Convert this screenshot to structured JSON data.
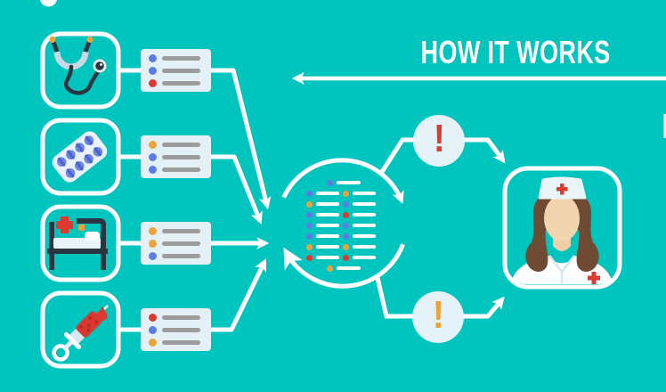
{
  "title": "HOW IT WORKS",
  "colors": {
    "background": "#00C5BE",
    "white": "#FFFFFF",
    "card_bg": "#E3F1F7",
    "gray_line": "#9C9C9C",
    "blue": "#5C7CE2",
    "orange": "#EAA43C",
    "red": "#DC3B31",
    "dark": "#2A3542"
  },
  "sources": [
    {
      "icon": "stethoscope-icon",
      "bullets": [
        "blue",
        "blue",
        "red"
      ]
    },
    {
      "icon": "pills-icon",
      "bullets": [
        "orange",
        "blue",
        "blue"
      ]
    },
    {
      "icon": "hospital-bed-icon",
      "bullets": [
        "orange",
        "orange",
        "blue"
      ]
    },
    {
      "icon": "syringe-icon",
      "bullets": [
        "red",
        "blue",
        "orange"
      ]
    }
  ],
  "process_circle": {
    "top_row": {
      "dot": "blue"
    },
    "pair_rows": [
      [
        "blue",
        "orange"
      ],
      [
        "orange",
        "blue"
      ],
      [
        "blue",
        "red"
      ],
      [
        "blue",
        "blue"
      ],
      [
        "blue",
        "blue"
      ],
      [
        "orange",
        "orange"
      ],
      [
        "red",
        "red"
      ]
    ],
    "bottom_row": {
      "dot": "orange"
    }
  },
  "alerts": [
    {
      "symbol": "!",
      "color": "red"
    },
    {
      "symbol": "!",
      "color": "orange"
    }
  ],
  "recipient": {
    "icon": "nurse-icon"
  }
}
